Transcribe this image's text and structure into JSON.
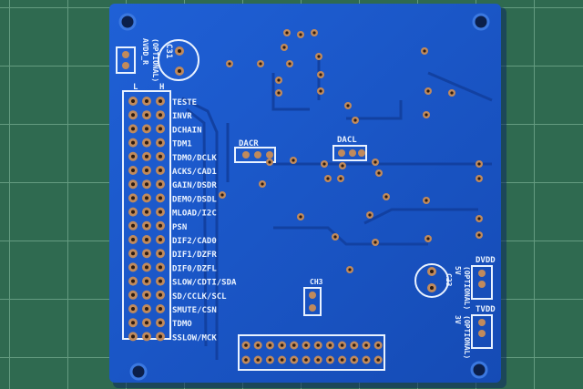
{
  "scene": {
    "description": "Blue printed circuit board, solder side, photographed on a green cutting mat",
    "colors": {
      "mat": "#2f6a50",
      "mat_grid": "#8fc3a7",
      "board": "#1a55c8",
      "board_dark": "#123f9e",
      "silkscreen": "#e9f2ff",
      "pad_copper": "#c08a5c",
      "hole": "#2a1a10"
    }
  },
  "silkscreen": {
    "c31_label": "C31",
    "c31_optional": "(OPTIONAL)",
    "c31_side": "AVDD_R",
    "header_left_label": "L",
    "header_right_label": "H",
    "pin_labels": [
      "TESTE",
      "INVR",
      "DCHAIN",
      "TDM1",
      "TDMO/DCLK",
      "ACKS/CAD1",
      "GAIN/DSDR",
      "DEMO/DSDL",
      "MLOAD/I2C",
      "PSN",
      "DIF2/CAD0",
      "DIF1/DZFR",
      "DIF0/DZFL",
      "SLOW/CDTI/SDA",
      "SD/CCLK/SCL",
      "SMUTE/CSN",
      "TDMO",
      "SSLOW/MCK"
    ],
    "dacr": "DACR",
    "dacl": "DACL",
    "ch3": "CH3",
    "c23": "C23",
    "dvdd": "DVDD",
    "tvdd": "TVDD",
    "opt_5v": "(OPTIONAL)",
    "v5": "5V",
    "opt_3v3": "(OPTIONAL)",
    "v3": "3V"
  }
}
